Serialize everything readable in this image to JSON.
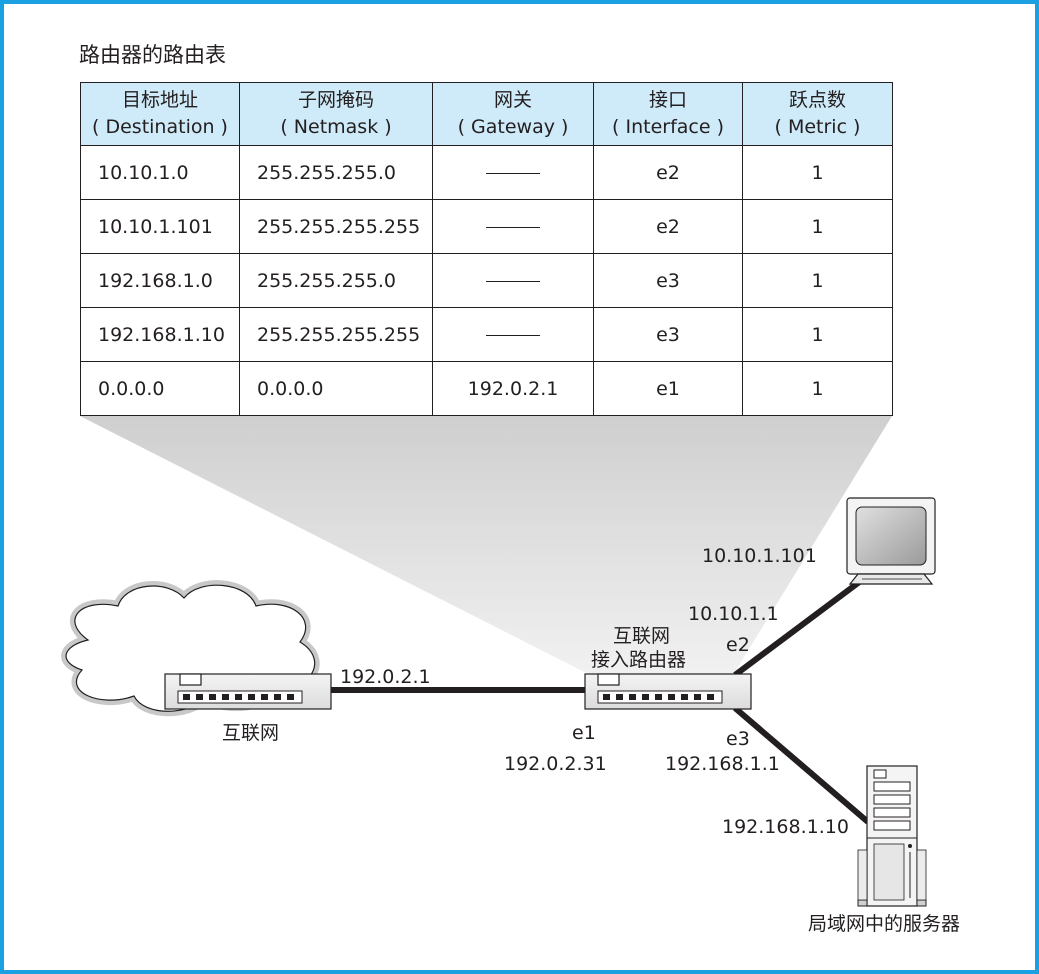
{
  "title": "路由器的路由表",
  "table": {
    "headers": [
      {
        "cn": "目标地址",
        "en": "( Destination )"
      },
      {
        "cn": "子网掩码",
        "en": "( Netmask )"
      },
      {
        "cn": "网关",
        "en": "( Gateway )"
      },
      {
        "cn": "接口",
        "en": "( Interface )"
      },
      {
        "cn": "跃点数",
        "en": "( Metric )"
      }
    ],
    "rows": [
      {
        "dest": "10.10.1.0",
        "mask": "255.255.255.0",
        "gateway": "",
        "iface": "e2",
        "metric": "1"
      },
      {
        "dest": "10.10.1.101",
        "mask": "255.255.255.255",
        "gateway": "",
        "iface": "e2",
        "metric": "1"
      },
      {
        "dest": "192.168.1.0",
        "mask": "255.255.255.0",
        "gateway": "",
        "iface": "e3",
        "metric": "1"
      },
      {
        "dest": "192.168.1.10",
        "mask": "255.255.255.255",
        "gateway": "",
        "iface": "e3",
        "metric": "1"
      },
      {
        "dest": "0.0.0.0",
        "mask": "0.0.0.0",
        "gateway": "192.0.2.1",
        "iface": "e1",
        "metric": "1"
      }
    ]
  },
  "network": {
    "internet_label": "互联网",
    "internet_router_ip": "192.0.2.1",
    "access_router_label_line1": "互联网",
    "access_router_label_line2": "接入路由器",
    "e1_label": "e1",
    "e1_ip": "192.0.2.31",
    "e2_label": "e2",
    "e2_ip": "10.10.1.1",
    "e3_label": "e3",
    "e3_ip": "192.168.1.1",
    "pc_ip": "10.10.1.101",
    "server_ip": "192.168.1.10",
    "server_label": "局域网中的服务器"
  },
  "colors": {
    "frame": "#1ba1e2",
    "header_bg": "#cfeaf8",
    "link": "#231f20",
    "funnel": "#d6d6d6"
  }
}
